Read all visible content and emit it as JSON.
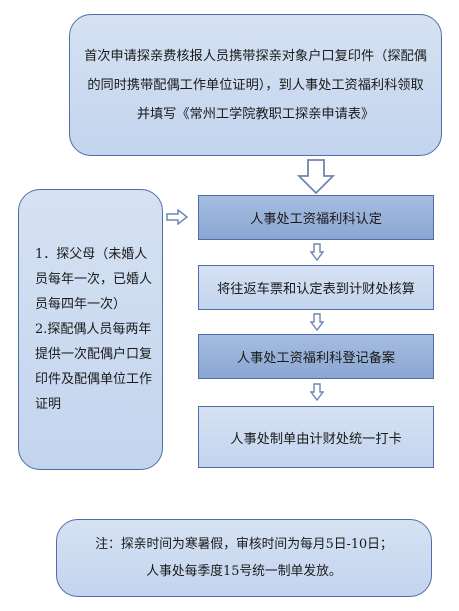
{
  "top_box": {
    "text": "首次申请探亲费核报人员携带探亲对象户口复印件（探配偶的同时携带配偶工作单位证明），到人事处工资福利科领取并填写《常州工学院教职工探亲申请表》"
  },
  "side_box": {
    "item1": "1．探父母（未婚人员每年一次，已婚人员每四年一次）",
    "item2": "2.探配偶人员每两年提供一次配偶户口复印件及配偶单位工作证明"
  },
  "steps": [
    {
      "label": "人事处工资福利科认定"
    },
    {
      "label": "将往返车票和认定表到计财处核算"
    },
    {
      "label": "人事处工资福利科登记备案"
    },
    {
      "label": "人事处制单由计财处统一打卡"
    }
  ],
  "note": {
    "line1": "注：探亲时间为寒暑假，审核时间为每月5日-10日；",
    "line2": "人事处每季度15号统一制单发放。"
  },
  "colors": {
    "border": "#4f6ea8",
    "light_fill": "#c9d8ef",
    "dark_fill": "#95aed7",
    "arrow": "#6f86b3"
  }
}
